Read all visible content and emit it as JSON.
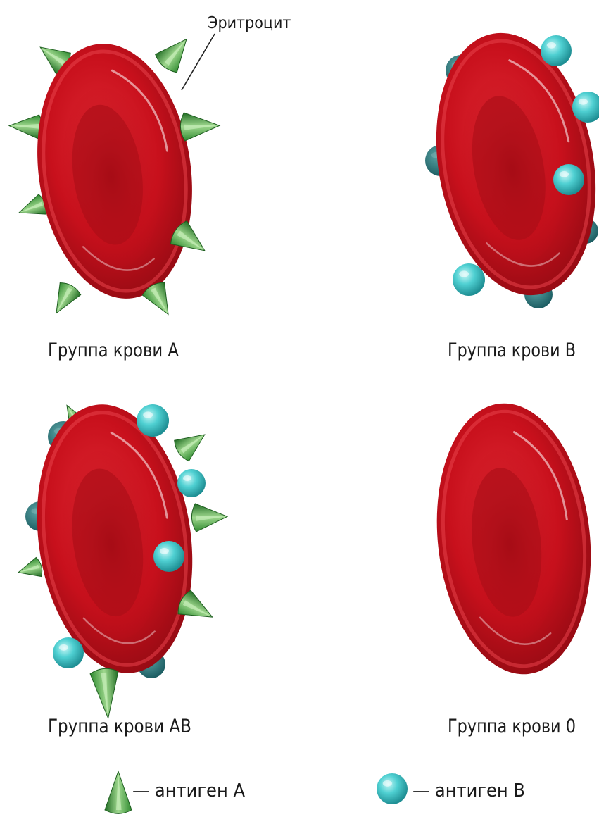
{
  "pointer_label": "Эритроцит",
  "panels": [
    {
      "id": "A",
      "caption": "Группа крови A"
    },
    {
      "id": "B",
      "caption": "Группа крови B"
    },
    {
      "id": "AB",
      "caption": "Группа крови AB"
    },
    {
      "id": "O",
      "caption": "Группа крови 0"
    }
  ],
  "legend": {
    "antigen_a": "— антиген A",
    "antigen_b": "— антиген B"
  },
  "colors": {
    "cell": "#c8101c",
    "cell_dark": "#8f0a12",
    "antigen_a": "#3d9a3a",
    "antigen_b": "#3cc4c8"
  },
  "icons": {
    "antigen_a": "green-cone-spike",
    "antigen_b": "cyan-sphere"
  }
}
